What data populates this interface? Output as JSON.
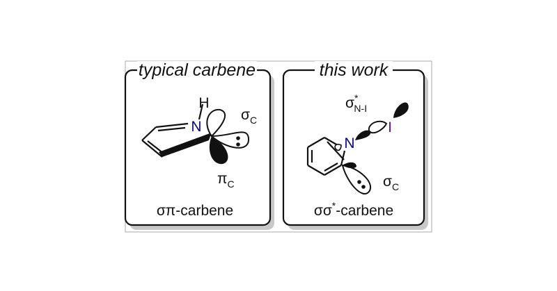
{
  "panels": {
    "left": {
      "title": "typical carbene",
      "atom_h": "H",
      "atom_n": "N",
      "sigma_label": "σ",
      "sigma_sub": "C",
      "pi_label": "π",
      "pi_sub": "C",
      "caption": "σπ-carbene"
    },
    "right": {
      "title": "this work",
      "sigma_star_label": "σ",
      "sigma_star_sup": "*",
      "sigma_star_sub": "N-I",
      "atom_n": "N",
      "atom_i": "I",
      "sigma_label": "σ",
      "sigma_sub": "C",
      "caption_pre": "σσ",
      "caption_sup": "*",
      "caption_post": "-carbene"
    }
  },
  "colors": {
    "nitrogen": "#0a0a7a",
    "iodine": "#5a1a8a",
    "ink": "#111111",
    "shadow": "#c8c8c8",
    "frame": "#aaaaaa"
  }
}
